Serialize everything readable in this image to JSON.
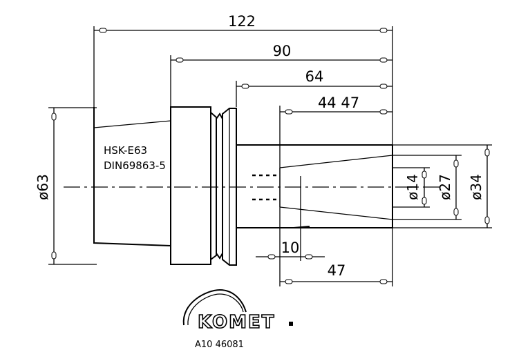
{
  "dimensions": {
    "d122": "122",
    "d90": "90",
    "d64": "64",
    "d4447": "44 47",
    "d10": "10",
    "d47": "47",
    "dia63": "ø63",
    "dia14": "ø14",
    "dia27": "ø27",
    "dia34": "ø34"
  },
  "notes": {
    "line1": "HSK-E63",
    "line2": "DIN69863-5"
  },
  "logo": {
    "brand": "KOMET",
    "article": "A10 46081"
  }
}
